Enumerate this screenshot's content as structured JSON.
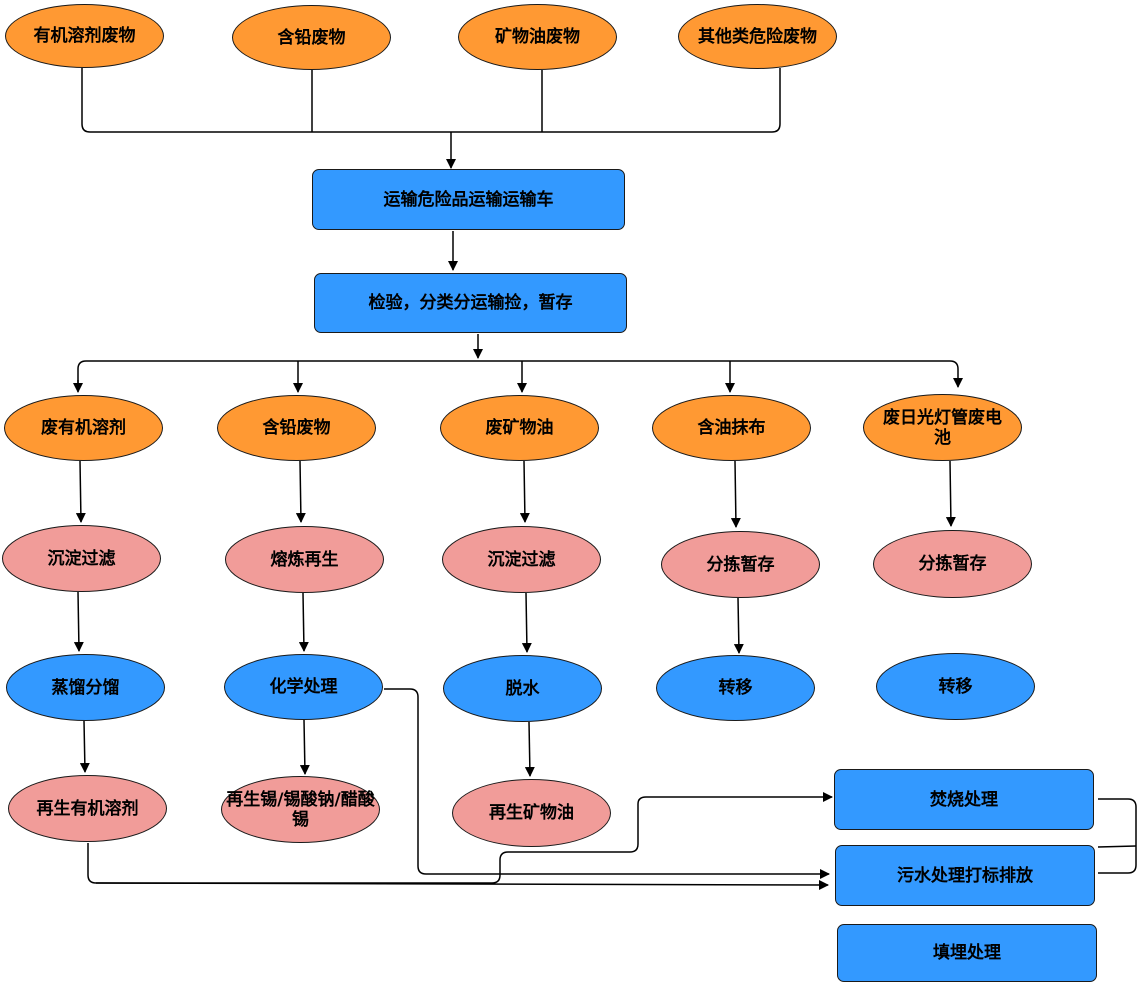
{
  "colors": {
    "waste_type": "#ff9933",
    "process_step": "#3399ff",
    "intermediate": "#f19c99",
    "line": "#000000"
  },
  "sources": [
    "有机溶剂废物",
    "含铅废物",
    "矿物油废物",
    "其他类危险废物"
  ],
  "transport": "运输危险品运输运输车",
  "sorting": "检验，分类分运输捡，暂存",
  "categories": [
    "废有机溶剂",
    "含铅废物",
    "废矿物油",
    "含油抹布",
    "废日光灯管废电池"
  ],
  "step1": [
    "沉淀过滤",
    "熔炼再生",
    "沉淀过滤",
    "分拣暂存",
    "分拣暂存"
  ],
  "step2": [
    "蒸馏分馏",
    "化学处理",
    "脱水",
    "转移",
    "转移"
  ],
  "products": [
    "再生有机溶剂",
    "再生锡/锡酸钠/醋酸锡",
    "再生矿物油"
  ],
  "final": [
    "焚烧处理",
    "污水处理打标排放",
    "填埋处理"
  ]
}
